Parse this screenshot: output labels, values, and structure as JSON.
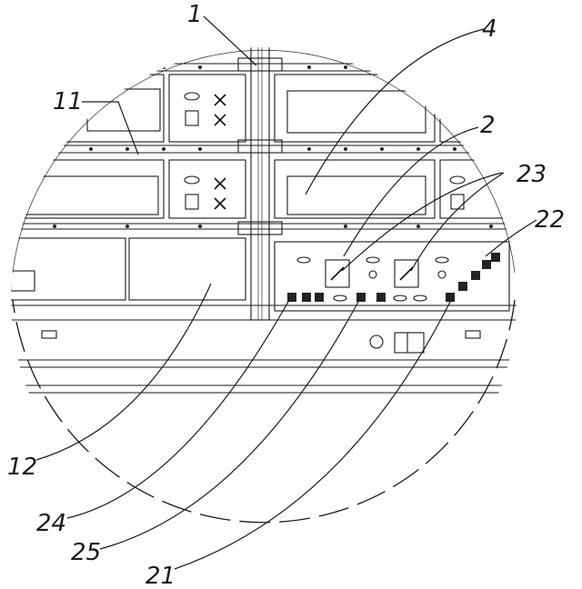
{
  "figure": {
    "line_color": "#1a1a1a",
    "background": "#ffffff"
  },
  "callouts": [
    {
      "id": "c1",
      "text": "1"
    },
    {
      "id": "c4",
      "text": "4"
    },
    {
      "id": "c11",
      "text": "11"
    },
    {
      "id": "c2",
      "text": "2"
    },
    {
      "id": "c23",
      "text": "23"
    },
    {
      "id": "c22",
      "text": "22"
    },
    {
      "id": "c12",
      "text": "12"
    },
    {
      "id": "c24",
      "text": "24"
    },
    {
      "id": "c25",
      "text": "25"
    },
    {
      "id": "c21",
      "text": "21"
    }
  ]
}
